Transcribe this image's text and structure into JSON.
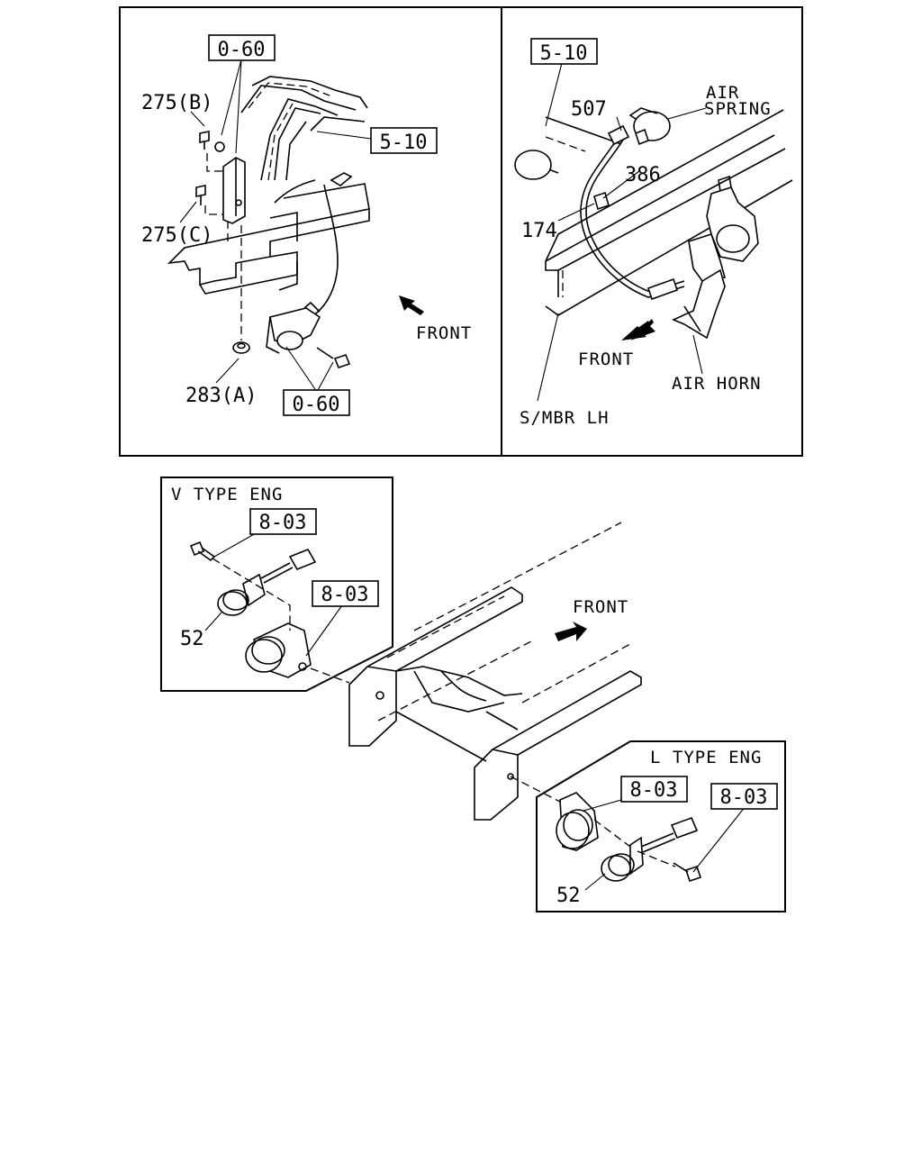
{
  "top_left_panel": {
    "ref_0_60_top": "0-60",
    "ref_5_10": "5-10",
    "ref_0_60_bottom": "0-60",
    "part_275b": "275(B)",
    "part_275c": "275(C)",
    "part_283a": "283(A)",
    "front": "FRONT"
  },
  "top_right_panel": {
    "ref_5_10": "5-10",
    "part_507": "507",
    "air_spring_line1": "AIR",
    "air_spring_line2": "SPRING",
    "part_386": "386",
    "part_174": "174",
    "front": "FRONT",
    "air_horn": "AIR HORN",
    "smbr": "S/MBR LH"
  },
  "v_type_panel": {
    "title": "V TYPE ENG",
    "ref_8_03_a": "8-03",
    "ref_8_03_b": "8-03",
    "part_52": "52"
  },
  "chassis": {
    "front": "FRONT"
  },
  "l_type_panel": {
    "title": "L TYPE ENG",
    "ref_8_03_a": "8-03",
    "ref_8_03_b": "8-03",
    "part_52": "52"
  },
  "icons": {
    "front_arrow": "front-arrow-icon"
  }
}
